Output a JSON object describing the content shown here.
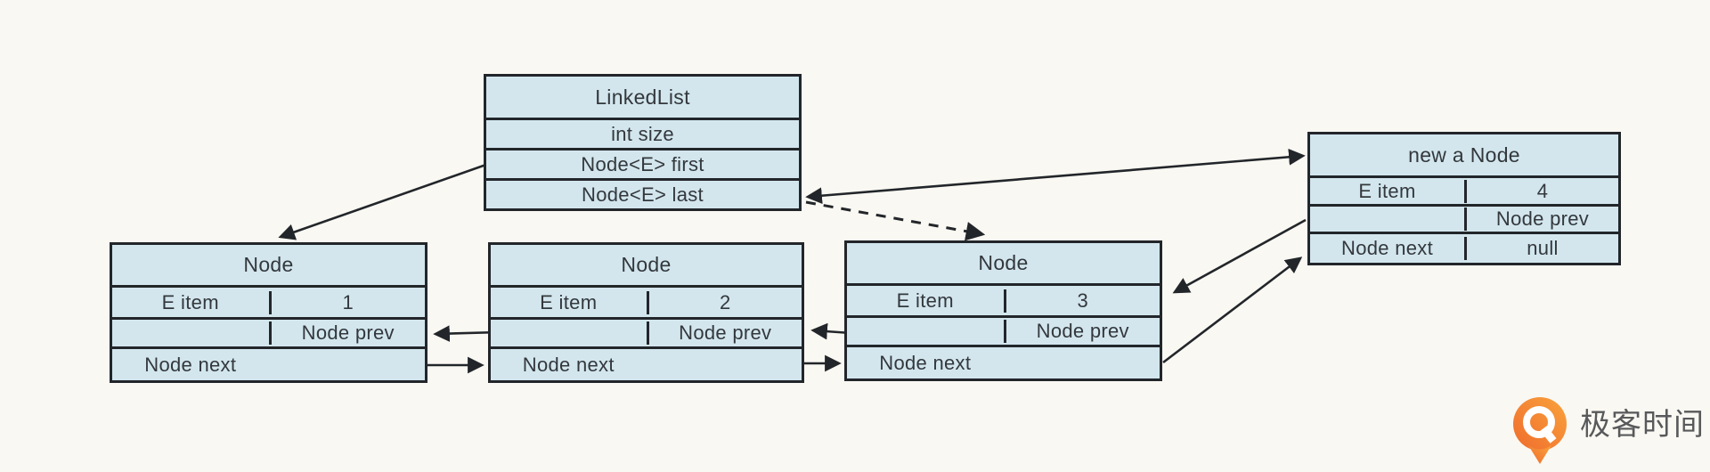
{
  "palette": {
    "background": "#faf8f2",
    "box_fill": "#d3e6ee",
    "box_border": "#22262a",
    "arrow_color": "#22262a",
    "text_color": "#33383c",
    "logo_orange": "#ef6c2d",
    "logo_orange_light": "#f9a23c",
    "logo_text_color": "#58595b"
  },
  "linkedlist_box": {
    "title": "LinkedList",
    "fields": [
      "int size",
      "Node<E> first",
      "Node<E> last"
    ]
  },
  "nodes": {
    "node1": {
      "title": "Node",
      "item_label": "E item",
      "item_value": "1",
      "prev_value": "",
      "prev_label": "Node prev",
      "next_label": "Node next",
      "next_value": ""
    },
    "node2": {
      "title": "Node",
      "item_label": "E item",
      "item_value": "2",
      "prev_value": "",
      "prev_label": "Node prev",
      "next_label": "Node next",
      "next_value": ""
    },
    "node3": {
      "title": "Node",
      "item_label": "E item",
      "item_value": "3",
      "prev_value": "",
      "prev_label": "Node prev",
      "next_label": "Node next",
      "next_value": ""
    },
    "new_node": {
      "title": "new a Node",
      "item_label": "E item",
      "item_value": "4",
      "prev_value": "",
      "prev_label": "Node prev",
      "next_label": "Node next",
      "next_value": "null"
    }
  },
  "logo": {
    "brand_text": "极客时间"
  }
}
